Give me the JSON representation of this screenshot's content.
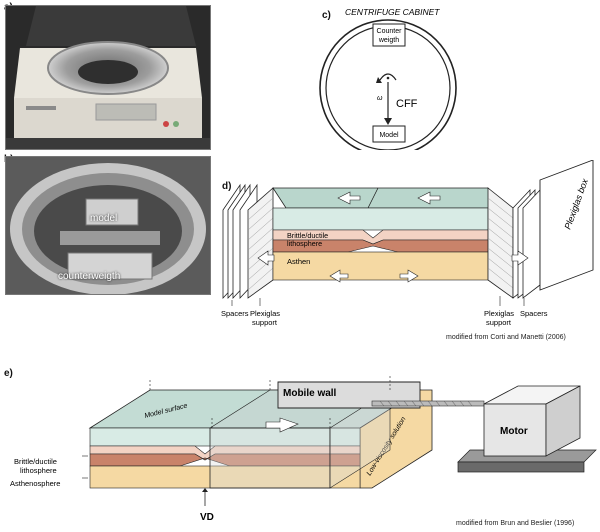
{
  "panel_a": {
    "label": "a)"
  },
  "panel_b": {
    "label": "b)",
    "model_label": "model",
    "counterweight_label": "counterweigth"
  },
  "panel_c": {
    "label": "c)",
    "title": "CENTRIFUGE CABINET",
    "counterweight_box": [
      "Counter",
      "weigth"
    ],
    "omega_label": "ω",
    "force_label": "CFF",
    "model_box": "Model"
  },
  "panel_d": {
    "label": "d)",
    "box_label": "Plexiglas box",
    "brittle_label": [
      "Brittle/ductile",
      "lithosphere"
    ],
    "asthen_label": "Asthen",
    "spacers_left": "Spacers",
    "support_left": [
      "Plexiglas",
      "support"
    ],
    "support_right": [
      "Plexiglas",
      "support"
    ],
    "spacers_right": "Spacers",
    "credit": "modified from Corti and Manetti (2006)"
  },
  "panel_e": {
    "label": "e)",
    "mobile_wall": "Mobile wall",
    "model_surface": "Model surface",
    "solution_label": "Low-viscosity solution",
    "brittle_label": [
      "Brittle/ductile",
      "lithosphere"
    ],
    "asthenosphere_label": "Asthenosphere",
    "vd_label": "VD",
    "motor_label": "Motor",
    "credit": "modified from Brun and Beslier (1996)"
  },
  "colors": {
    "water": "#b9d6cc",
    "brittle": "#f3d3c4",
    "ductile": "#c9836a",
    "asthen": "#f5d9a3",
    "motor": "#e6e6e6"
  }
}
